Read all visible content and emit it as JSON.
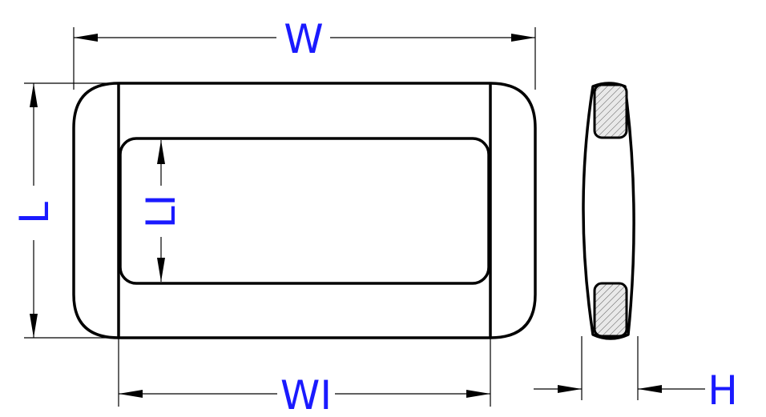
{
  "labels": {
    "width": "W",
    "inner_width": "WI",
    "length": "L",
    "inner_length": "LI",
    "height": "H"
  },
  "colors": {
    "dimension_text": "#1a1aff",
    "outline": "#000000",
    "section_fill": "#e9e9e9"
  }
}
